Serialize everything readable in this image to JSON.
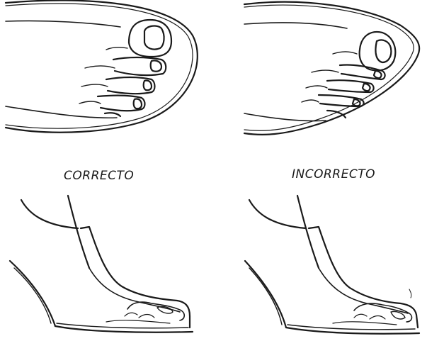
{
  "labels": {
    "correct": "CORRECTO",
    "incorrect": "INCORRECTO"
  },
  "colors": {
    "ink": "#1a1a1a",
    "paper": "#ffffff"
  },
  "panels": [
    {
      "id": "top-left",
      "view": "top",
      "fit": "correct"
    },
    {
      "id": "top-right",
      "view": "top",
      "fit": "incorrect"
    },
    {
      "id": "bottom-left",
      "view": "side",
      "fit": "correct"
    },
    {
      "id": "bottom-right",
      "view": "side",
      "fit": "incorrect"
    }
  ]
}
